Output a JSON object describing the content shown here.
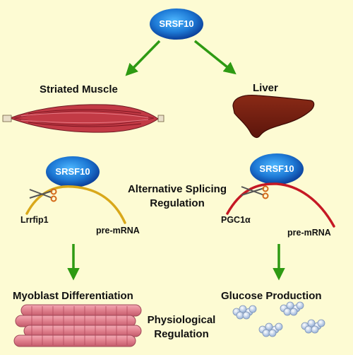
{
  "top_protein": "SRSF10",
  "left": {
    "tissue": "Striated Muscle",
    "protein": "SRSF10",
    "gene": "Lrrfip1",
    "transcript": "pre-mRNA",
    "outcome": "Myoblast Differentiation"
  },
  "right": {
    "tissue": "Liver",
    "protein": "SRSF10",
    "gene": "PGC1α",
    "transcript": "pre-mRNA",
    "outcome": "Glucose Production"
  },
  "center": {
    "splicing_line1": "Alternative Splicing",
    "splicing_line2": "Regulation",
    "physio_line1": "Physiological",
    "physio_line2": "Regulation"
  },
  "colors": {
    "background": "#fdfbd3",
    "arrow": "#2e9a12",
    "protein": "#1e7ad6",
    "muscle_rna": "#d9a81a",
    "liver_rna": "#c51824",
    "liver": "#7a1e12",
    "muscle": "#c23a45",
    "fiber": "#e58a96",
    "glucose": "#c8d8f0"
  }
}
